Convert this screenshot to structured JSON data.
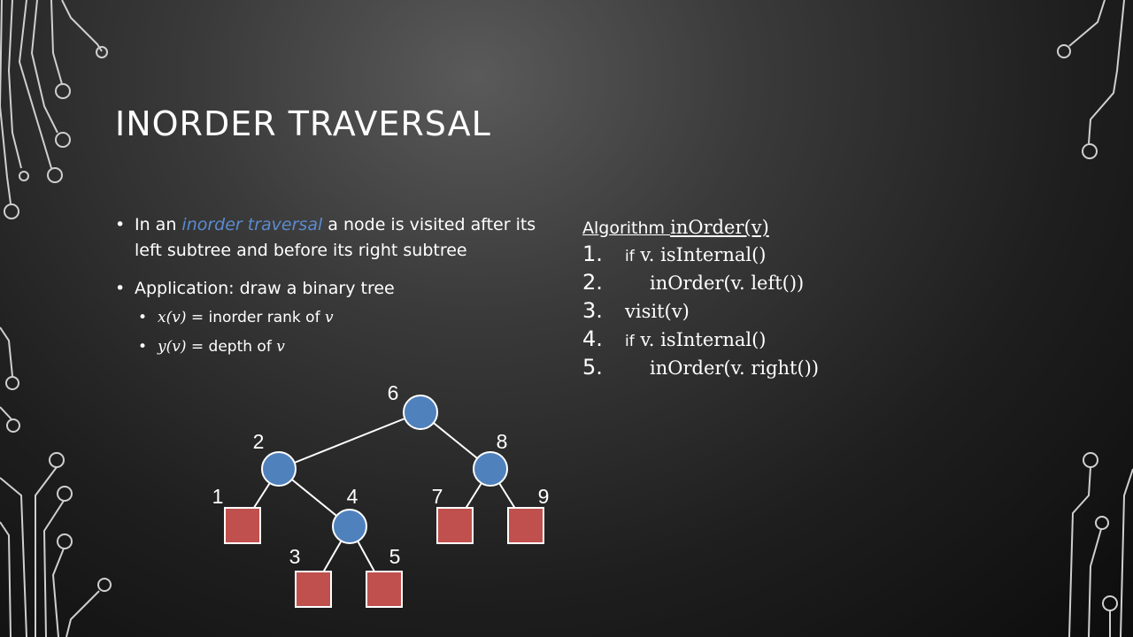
{
  "slide": {
    "title": "INORDER TRAVERSAL"
  },
  "bullets": {
    "b1_pre": "In an ",
    "b1_highlight": "inorder traversal",
    "b1_post": " a node is visited after its left subtree and before its right subtree",
    "b2": "Application: draw a binary tree",
    "sub1_math": "x(v) = ",
    "sub1_text": "inorder rank of ",
    "sub1_var": "v",
    "sub2_math": "y(v) = ",
    "sub2_text": "depth of ",
    "sub2_var": "v"
  },
  "algorithm": {
    "keyword": "Algorithm",
    "signature": "inOrder(v)",
    "steps": [
      {
        "num": "1.",
        "kw": "if",
        "code": " v. isInternal()",
        "indent": false
      },
      {
        "num": "2.",
        "kw": "",
        "code": "inOrder(v. left())",
        "indent": true
      },
      {
        "num": "3.",
        "kw": "",
        "code": "visit(v)",
        "indent": false
      },
      {
        "num": "4.",
        "kw": "if",
        "code": " v. isInternal()",
        "indent": false
      },
      {
        "num": "5.",
        "kw": "",
        "code": "inOrder(v. right())",
        "indent": true
      }
    ]
  },
  "tree": {
    "internal_color": "#4f81bd",
    "leaf_color": "#c0504d",
    "nodes": [
      {
        "id": "n6",
        "label": "6",
        "kind": "internal"
      },
      {
        "id": "n2",
        "label": "2",
        "kind": "internal"
      },
      {
        "id": "n8",
        "label": "8",
        "kind": "internal"
      },
      {
        "id": "n4",
        "label": "4",
        "kind": "internal"
      },
      {
        "id": "n1",
        "label": "1",
        "kind": "leaf"
      },
      {
        "id": "n7",
        "label": "7",
        "kind": "leaf"
      },
      {
        "id": "n9",
        "label": "9",
        "kind": "leaf"
      },
      {
        "id": "n3",
        "label": "3",
        "kind": "leaf"
      },
      {
        "id": "n5",
        "label": "5",
        "kind": "leaf"
      }
    ],
    "edges": [
      [
        "n6",
        "n2"
      ],
      [
        "n6",
        "n8"
      ],
      [
        "n2",
        "n1"
      ],
      [
        "n2",
        "n4"
      ],
      [
        "n4",
        "n3"
      ],
      [
        "n4",
        "n5"
      ],
      [
        "n8",
        "n7"
      ],
      [
        "n8",
        "n9"
      ]
    ]
  }
}
